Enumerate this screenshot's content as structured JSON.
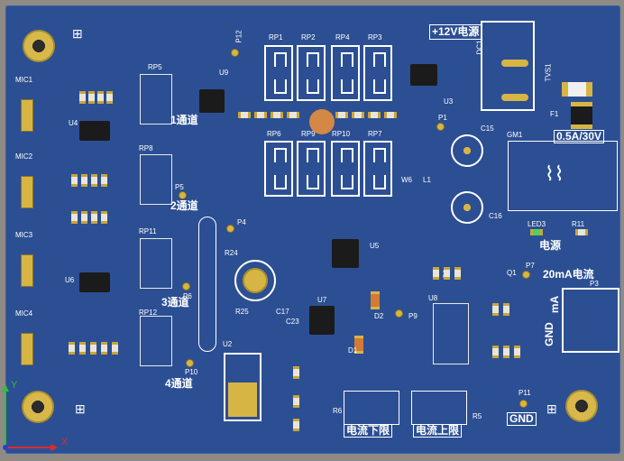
{
  "mic_labels": [
    "MIC1",
    "MIC2",
    "MIC3",
    "MIC4"
  ],
  "channel_labels": [
    "1通道",
    "2通道",
    "3通道",
    "4通道"
  ],
  "power_label": "+12V电源",
  "current_label": "20mA电流",
  "fuse_label": "0.5A/30V",
  "gnd_label": "GND",
  "gnd_pad_label": "GND",
  "power_led_label": "电源",
  "current_low_label": "电流下限",
  "current_high_label": "电流上限",
  "ma_label": "mA",
  "axis_y": "Y",
  "axis_x": "X",
  "rp_top": [
    "RP1",
    "RP2",
    "RP4",
    "RP3"
  ],
  "rp_mid": [
    "RP6",
    "RP9",
    "RP10",
    "RP7"
  ],
  "rp_left": [
    "RP5",
    "RP8",
    "RP11",
    "RP12"
  ],
  "chips": [
    "U4",
    "U6",
    "U9",
    "U3",
    "U5",
    "U7",
    "U8",
    "U2"
  ],
  "misc": [
    "DC1",
    "TVS1",
    "F1",
    "GM1",
    "C15",
    "C16",
    "LED3",
    "R11",
    "P3",
    "P7",
    "Q1",
    "R24",
    "R25",
    "P1",
    "P4",
    "P5",
    "P6",
    "P8",
    "P9",
    "P10",
    "P11",
    "P12",
    "R5",
    "R6",
    "D1",
    "D2",
    "W6",
    "L1",
    "C17",
    "C23"
  ]
}
